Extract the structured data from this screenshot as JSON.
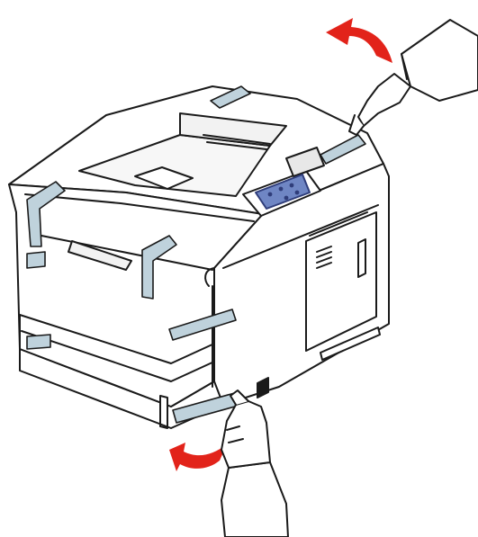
{
  "illustration": {
    "subject": "printer",
    "parts": [
      "output-tray",
      "operator-panel",
      "front-cover",
      "paper-tray",
      "side-cover",
      "paper-level-gauge"
    ],
    "tapes": [
      "tape-top-right",
      "tape-top-left",
      "tape-front-left-corner",
      "tape-front-center",
      "tape-front-right",
      "tape-left-lower",
      "tape-tray"
    ],
    "arrows": [
      "arrow-upper-right",
      "arrow-lower-left"
    ],
    "hands": [
      "hand-upper-right",
      "hand-lower"
    ]
  },
  "colors": {
    "line": "#1a1a1a",
    "body": "#ffffff",
    "tape": "#bfd2dc",
    "arrow": "#e2231a",
    "panel": "#6f86c4",
    "panel_dark": "#2f3d7a"
  }
}
